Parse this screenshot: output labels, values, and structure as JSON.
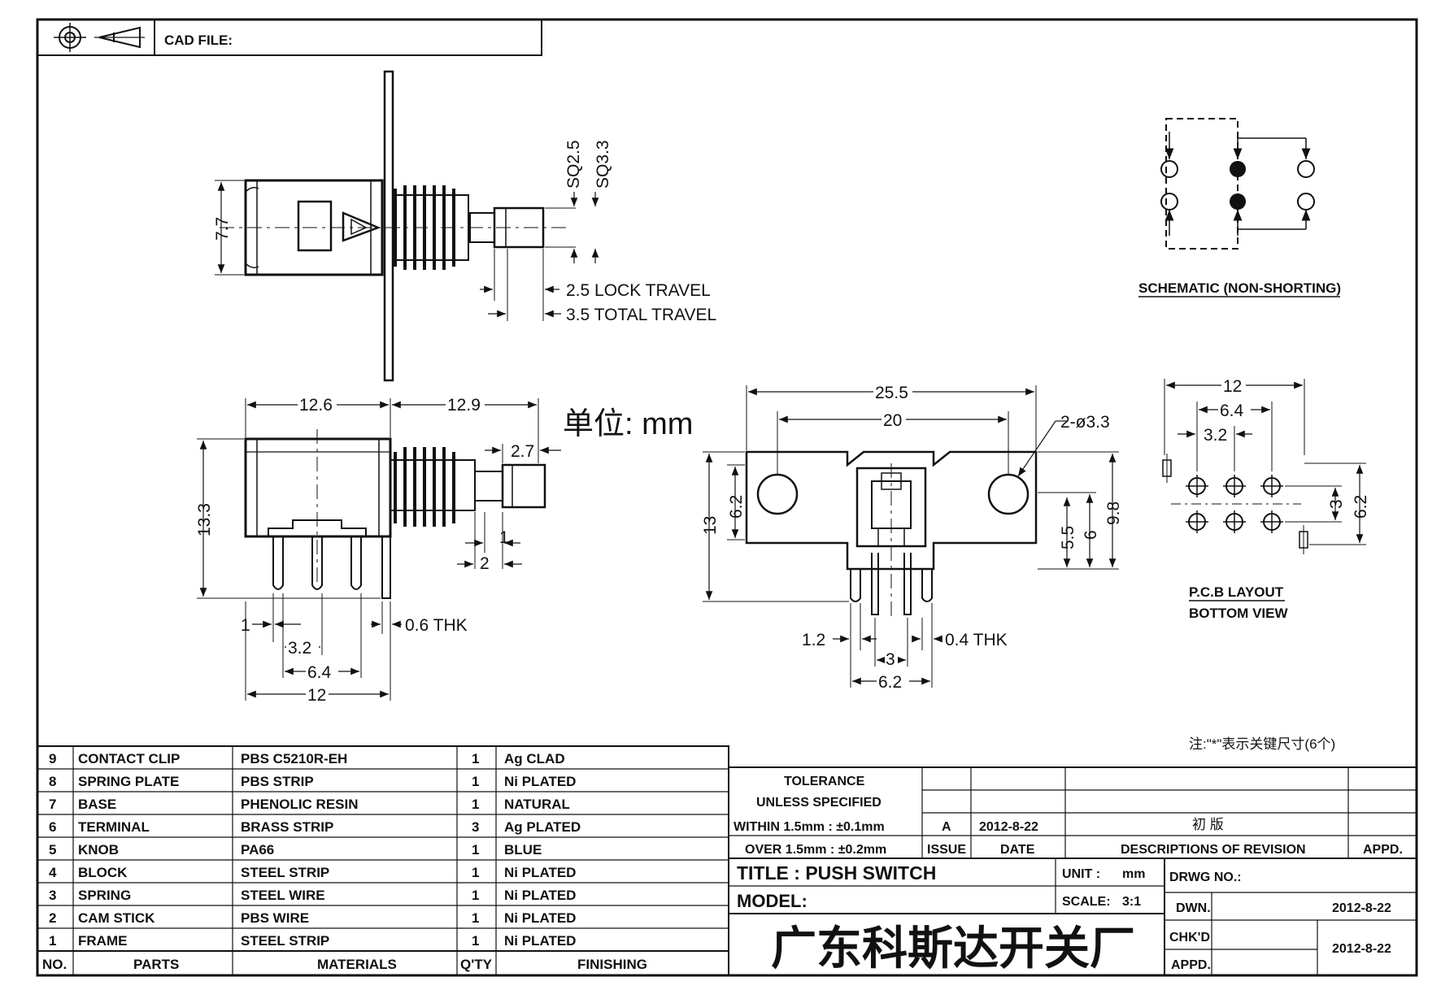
{
  "header": {
    "cad_file_label": "CAD FILE:"
  },
  "side_view": {
    "height_label": "7.7",
    "sq_a": "SQ2.5",
    "sq_b": "SQ3.3",
    "lock_travel": "2.5 LOCK TRAVEL",
    "total_travel": "3.5 TOTAL TRAVEL"
  },
  "front_view": {
    "width_left": "12.6",
    "width_right": "12.9",
    "knob_len": "2.7",
    "height": "13.3",
    "dim_1": "1",
    "dim_2": "2",
    "pin_1": "1",
    "thickness": "0.6 THK",
    "pitch_3_2": "3.2",
    "pitch_6_4": "6.4",
    "base_12": "12"
  },
  "unit_note": "单位: mm",
  "end_view": {
    "overall": "25.5",
    "holes_span": "20",
    "holes": "2-ø3.3",
    "height": "13",
    "flange": "6.2",
    "h_9_8": "9.8",
    "h_6": "6",
    "h_5_5": "5.5",
    "pin_w": "1.2",
    "thickness": "0.4 THK",
    "pitch": "3",
    "span": "6.2"
  },
  "schematic": {
    "label": "SCHEMATIC (NON-SHORTING)"
  },
  "pcb": {
    "w12": "12",
    "w6_4": "6.4",
    "w3_2": "3.2",
    "h3": "3",
    "h6_2": "6.2",
    "label1": "P.C.B LAYOUT",
    "label2": "BOTTOM VIEW"
  },
  "note": "注:\"*\"表示关键尺寸(6个)",
  "bom": {
    "headers": [
      "NO.",
      "PARTS",
      "MATERIALS",
      "Q'TY",
      "FINISHING"
    ],
    "rows": [
      {
        "no": "9",
        "part": "CONTACT CLIP",
        "material": "PBS C5210R-EH",
        "qty": "1",
        "finish": "Ag CLAD"
      },
      {
        "no": "8",
        "part": "SPRING PLATE",
        "material": "PBS STRIP",
        "qty": "1",
        "finish": "Ni PLATED"
      },
      {
        "no": "7",
        "part": "BASE",
        "material": "PHENOLIC RESIN",
        "qty": "1",
        "finish": "NATURAL"
      },
      {
        "no": "6",
        "part": "TERMINAL",
        "material": "BRASS STRIP",
        "qty": "3",
        "finish": "Ag PLATED"
      },
      {
        "no": "5",
        "part": "KNOB",
        "material": "PA66",
        "qty": "1",
        "finish": "BLUE"
      },
      {
        "no": "4",
        "part": "BLOCK",
        "material": "STEEL STRIP",
        "qty": "1",
        "finish": "Ni PLATED"
      },
      {
        "no": "3",
        "part": "SPRING",
        "material": "STEEL WIRE",
        "qty": "1",
        "finish": "Ni PLATED"
      },
      {
        "no": "2",
        "part": "CAM STICK",
        "material": "PBS WIRE",
        "qty": "1",
        "finish": "Ni PLATED"
      },
      {
        "no": "1",
        "part": "FRAME",
        "material": "STEEL STRIP",
        "qty": "1",
        "finish": "Ni PLATED"
      }
    ]
  },
  "title_block": {
    "tol_1": "TOLERANCE",
    "tol_2": "UNLESS   SPECIFIED",
    "tol_3": "WITHIN 1.5mm : ±0.1mm",
    "tol_4": "OVER 1.5mm : ±0.2mm",
    "rev_issue": "A",
    "rev_date": "2012-8-22",
    "rev_desc": "初 版",
    "issue_label": "ISSUE",
    "date_label": "DATE",
    "desc_label": "DESCRIPTIONS  OF  REVISION",
    "appd_label": "APPD.",
    "title": "TITLE : PUSH  SWITCH",
    "model": "MODEL:",
    "unit_label": "UNIT :",
    "unit_value": "mm",
    "scale_label": "SCALE:",
    "scale_value": "3:1",
    "drwg_no": "DRWG NO.:",
    "dwn": "DWN.",
    "dwn_date": "2012-8-22",
    "chkd": "CHK'D",
    "appd": "APPD.",
    "chk_date": "2012-8-22",
    "company": "广东科斯达开关厂"
  }
}
